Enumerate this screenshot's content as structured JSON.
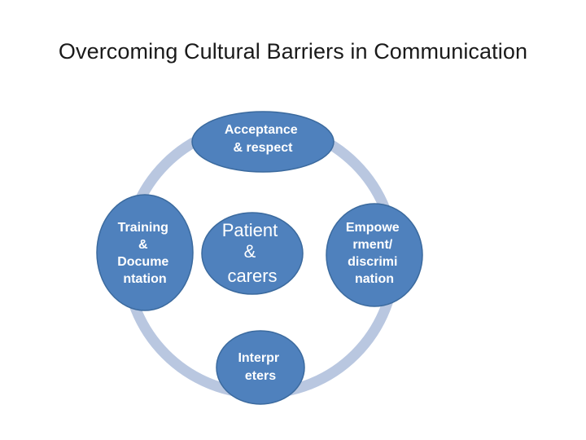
{
  "slide": {
    "title": "Overcoming Cultural Barriers in Communication"
  },
  "diagram": {
    "center": {
      "lines": [
        "Patient",
        "&",
        "carers"
      ]
    },
    "nodes": [
      {
        "id": "top",
        "lines": [
          "Acceptance",
          "& respect"
        ]
      },
      {
        "id": "right",
        "lines": [
          "Empowe",
          "rment/",
          "discrimi",
          "nation"
        ]
      },
      {
        "id": "bottom",
        "lines": [
          "Interpr",
          "eters"
        ]
      },
      {
        "id": "left",
        "lines": [
          "Training",
          "&",
          "Docume",
          "ntation"
        ]
      }
    ]
  },
  "colors": {
    "node_fill": "#4f81bd",
    "node_stroke": "#3b6a9e",
    "ring": "#b9c7e0",
    "text": "#ffffff"
  }
}
